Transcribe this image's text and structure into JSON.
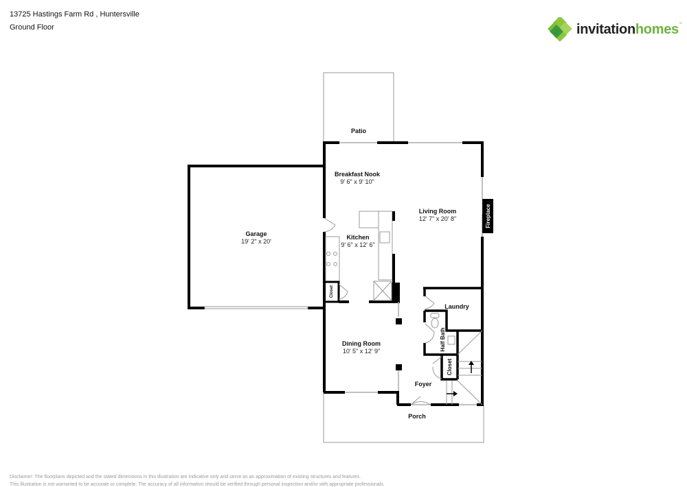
{
  "header": {
    "address": "13725 Hastings Farm Rd , Huntersville",
    "floor": "Ground Floor"
  },
  "logo": {
    "icon": "invitation-homes-clover-icon",
    "word1": "invitation",
    "word2": "homes",
    "trademark": "™",
    "colors": {
      "light_green": "#8cc63f",
      "dark_green": "#3a9a3c",
      "text_dark": "#222222",
      "text_green": "#6cb33f"
    }
  },
  "floorplan": {
    "wall_color": "#000000",
    "outline_color": "#999999",
    "rooms": [
      {
        "id": "patio",
        "label": "Patio",
        "dims": ""
      },
      {
        "id": "breakfast_nook",
        "label": "Breakfast Nook",
        "dims": "9' 6\" x 9' 10\""
      },
      {
        "id": "living_room",
        "label": "Living Room",
        "dims": "12' 7\" x 20' 8\""
      },
      {
        "id": "garage",
        "label": "Garage",
        "dims": "19' 2\" x 20'"
      },
      {
        "id": "kitchen",
        "label": "Kitchen",
        "dims": "9' 6\" x 12' 6\""
      },
      {
        "id": "closet_kitchen",
        "label": "Closet",
        "dims": ""
      },
      {
        "id": "laundry",
        "label": "Laundry",
        "dims": ""
      },
      {
        "id": "half_bath",
        "label": "Half Bath",
        "dims": ""
      },
      {
        "id": "dining_room",
        "label": "Dining Room",
        "dims": "10' 5\" x 12' 9\""
      },
      {
        "id": "closet_foyer",
        "label": "Closet",
        "dims": ""
      },
      {
        "id": "foyer",
        "label": "Foyer",
        "dims": ""
      },
      {
        "id": "porch",
        "label": "Porch",
        "dims": ""
      }
    ],
    "features": [
      {
        "id": "fireplace",
        "label": "Fireplace"
      }
    ]
  },
  "disclaimer": {
    "line1": "Disclaimer: The floorplans depicted and the stated dimensions in this illustration are indicative only and serve as an approximation of existing structures and features.",
    "line2": "This illustration is not warranted to be accurate or complete. The accuracy of all information should be verified through personal inspection and/or with appropriate professionals."
  }
}
